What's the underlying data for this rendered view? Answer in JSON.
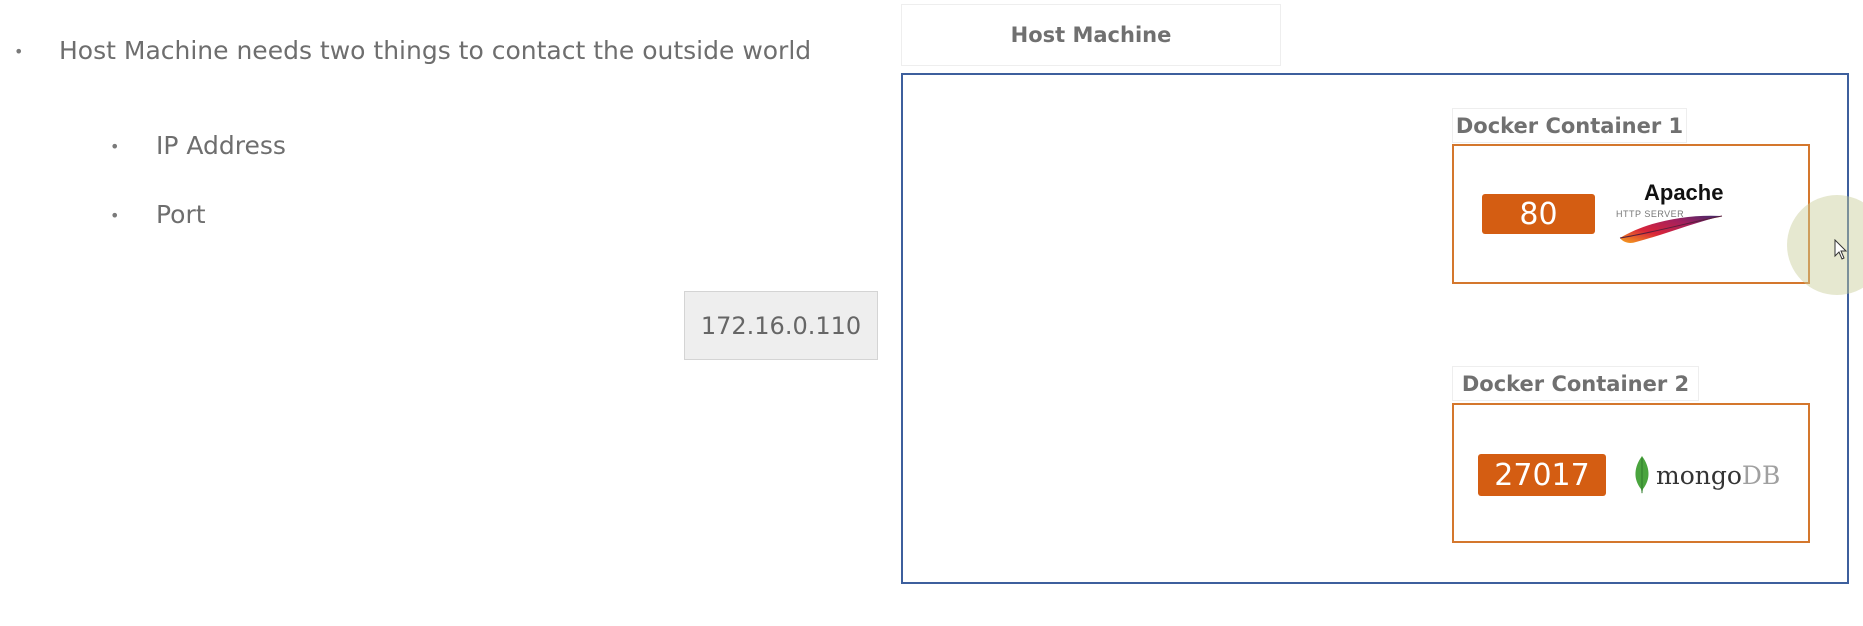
{
  "bullets": {
    "main": "Host Machine needs two things to contact the outside world",
    "sub": [
      "IP Address",
      "Port"
    ]
  },
  "ip_address": "172.16.0.110",
  "host_machine": {
    "title": "Host Machine",
    "border_color": "#3d5f9d"
  },
  "containers": [
    {
      "label": "Docker Container 1",
      "port": "80",
      "app": {
        "name": "Apache",
        "subtitle": "HTTP SERVER",
        "icon": "apache-feather-icon"
      }
    },
    {
      "label": "Docker Container 2",
      "port": "27017",
      "app": {
        "name_main": "mongo",
        "name_suffix": "DB",
        "icon": "mongodb-leaf-icon"
      }
    }
  ],
  "colors": {
    "port_badge": "#d45d12",
    "container_border": "#d4772d",
    "text_gray": "#6e6e6e"
  }
}
